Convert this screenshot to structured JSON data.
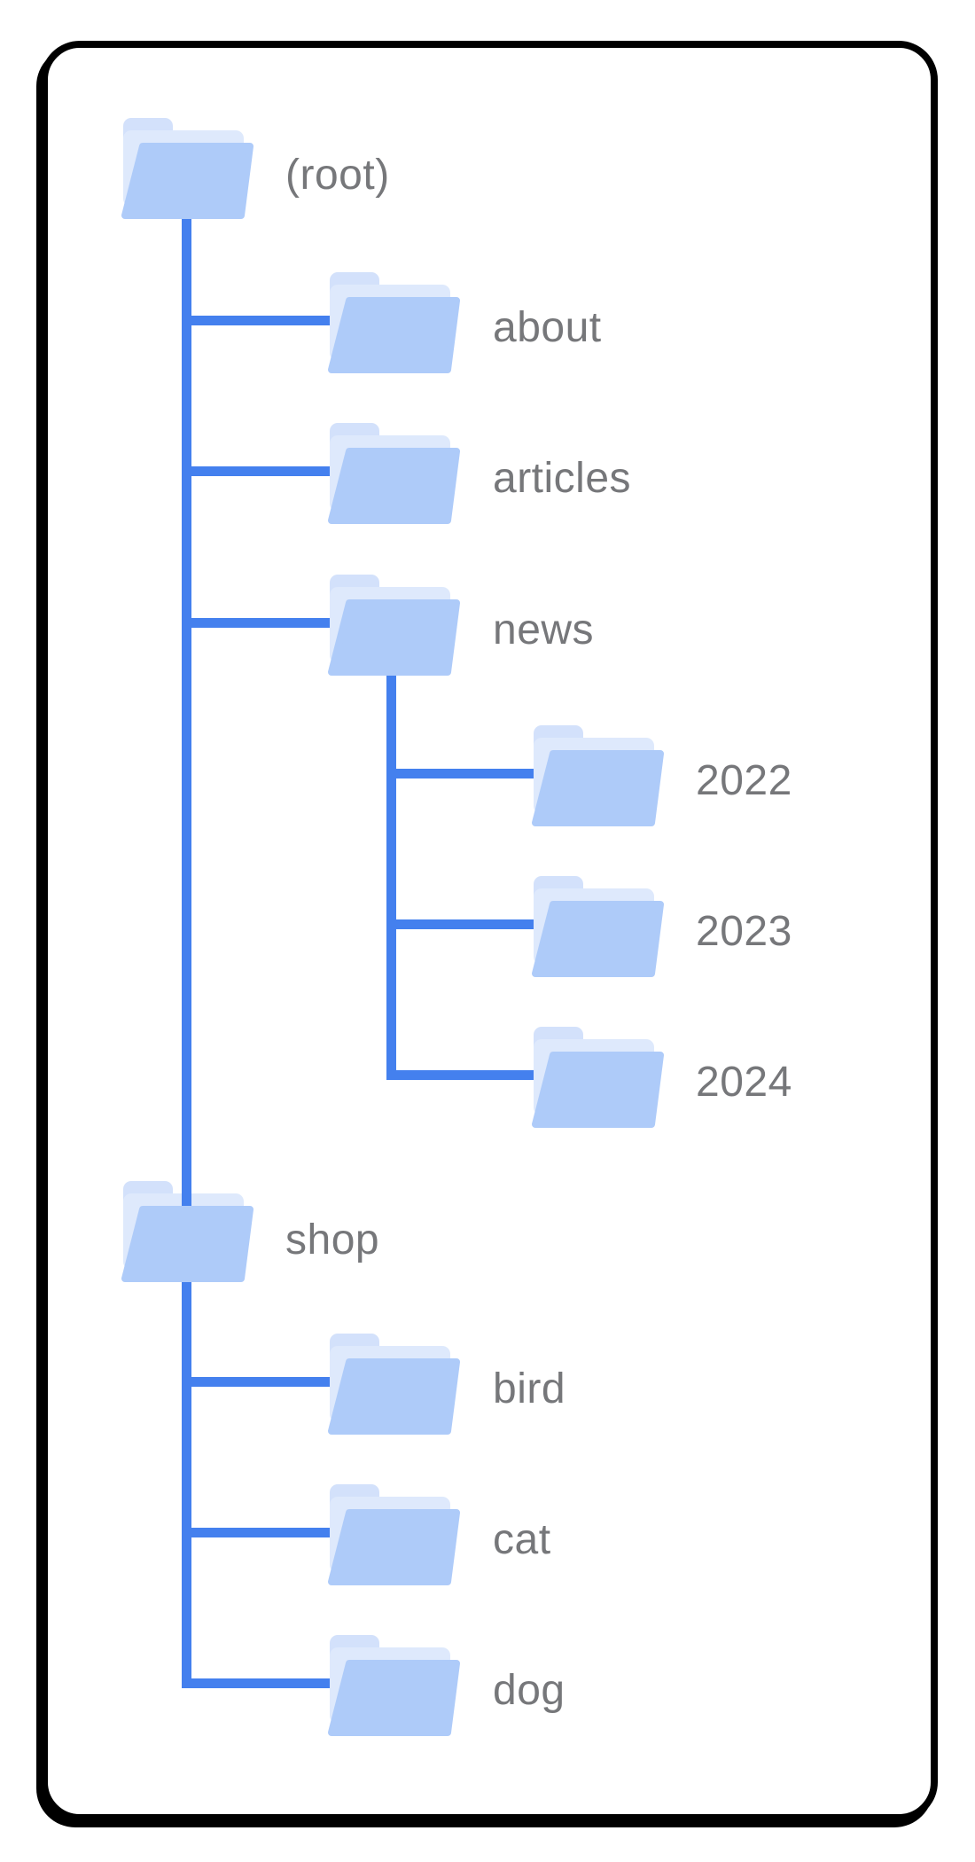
{
  "diagram": {
    "type": "folder-tree",
    "description": "Site URL structure tree of folders inside a rounded black-bordered card"
  },
  "colors": {
    "line_color": "#4480EE",
    "folder_body": "#AECBF9",
    "folder_tab": "#D3E1FB",
    "folder_sheet": "#DEE9FC",
    "label_color": "#76777A",
    "card_border": "#000000",
    "card_background": "#FFFFFF",
    "page_background": "#FFFFFF"
  },
  "nodes": [
    {
      "id": "root",
      "label": "(root)",
      "parent": null
    },
    {
      "id": "about",
      "label": "about",
      "parent": "root"
    },
    {
      "id": "articles",
      "label": "articles",
      "parent": "root"
    },
    {
      "id": "news",
      "label": "news",
      "parent": "root"
    },
    {
      "id": "y2022",
      "label": "2022",
      "parent": "news"
    },
    {
      "id": "y2023",
      "label": "2023",
      "parent": "news"
    },
    {
      "id": "y2024",
      "label": "2024",
      "parent": "news"
    },
    {
      "id": "shop",
      "label": "shop",
      "parent": "root"
    },
    {
      "id": "bird",
      "label": "bird",
      "parent": "shop"
    },
    {
      "id": "cat",
      "label": "cat",
      "parent": "shop"
    },
    {
      "id": "dog",
      "label": "dog",
      "parent": "shop"
    }
  ]
}
